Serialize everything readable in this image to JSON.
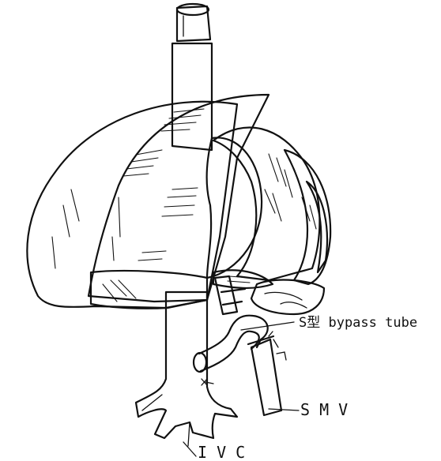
{
  "labels": {
    "bypass": "S型 bypass tube",
    "smv": "S M V",
    "ivc": "I V C"
  }
}
